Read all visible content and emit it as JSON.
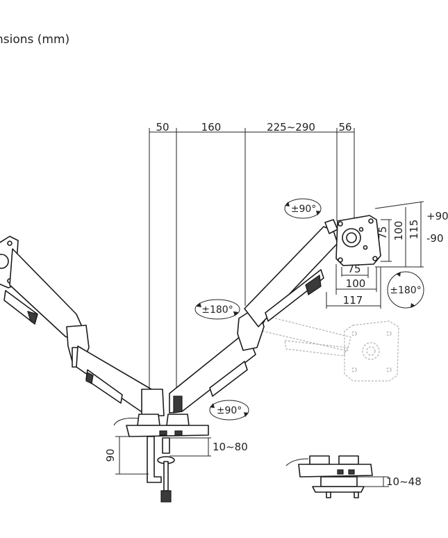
{
  "title": "nsions (mm)",
  "top_dims": {
    "d1": "50",
    "d2": "160",
    "d3": "225~290",
    "d4": "56"
  },
  "rotations": {
    "tilt_top": "±90°",
    "swivel_mid": "±180°",
    "swivel_base": "±90°",
    "rotate_vesa": "±180°"
  },
  "tilt": {
    "up": "+90",
    "down": "-90"
  },
  "vesa": {
    "h75": "75",
    "h100": "100",
    "h117": "117",
    "v75": "75",
    "v100": "100",
    "v115": "115"
  },
  "clamp": {
    "height": "90",
    "range": "10~80"
  },
  "grommet": {
    "range": "10~48"
  }
}
